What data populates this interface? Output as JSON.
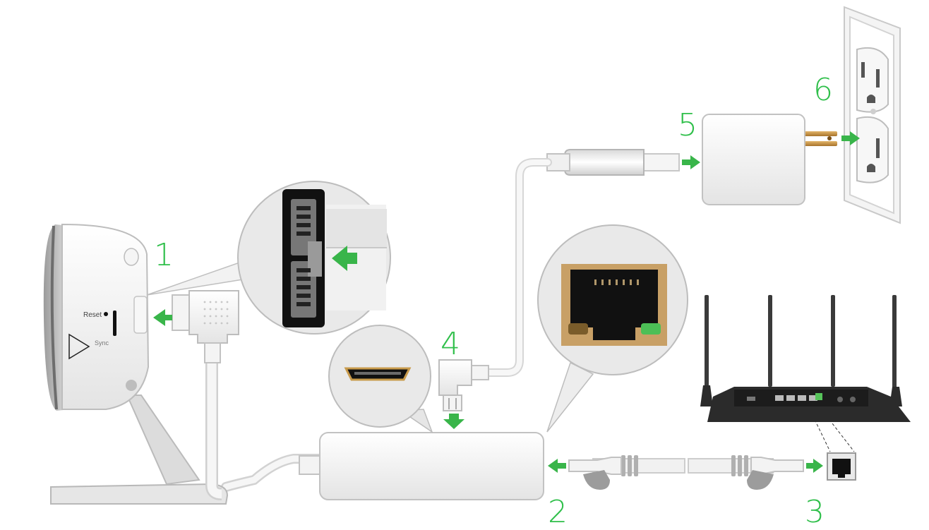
{
  "steps": {
    "s1": "1",
    "s2": "2",
    "s3": "3",
    "s4": "4",
    "s5": "5",
    "s6": "6"
  },
  "camera": {
    "reset_label": "Reset",
    "sync_label": "Sync"
  },
  "colors": {
    "step_number": "#2fbf4a",
    "arrow": "#39b54a",
    "ethernet_pad": "#c8a066",
    "router_body": "#2b2b2b",
    "device_white": "#f2f2f2",
    "outline_gray": "#b8b8b8"
  },
  "icons": [
    "camera-icon",
    "usb-c-port-icon",
    "hdmi-port-icon",
    "ethernet-port-icon",
    "router-icon",
    "power-adapter-icon",
    "wall-outlet-icon",
    "green-arrow-icon"
  ]
}
